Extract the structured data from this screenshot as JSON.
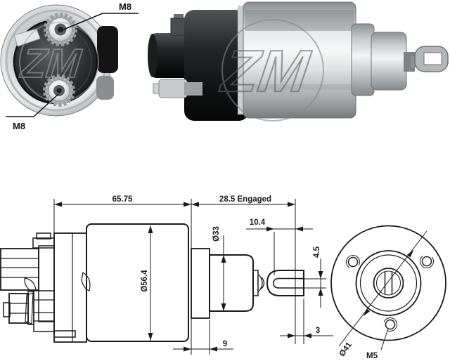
{
  "background": "#ffffff",
  "line_color": "#1a1a1a",
  "brand": {
    "watermark": "ZM"
  },
  "photos": {
    "rear_view": {
      "label_terminal_top": "M8",
      "label_terminal_bottom": "M8"
    },
    "side_view": {
      "watermark": "ZM"
    }
  },
  "drawing": {
    "side_view": {
      "dim_overall_length": "65.75",
      "dim_engaged_length": "28.5 Engaged",
      "dim_eye_slot_length": "10.4",
      "dim_nose_diameter": "Ø33",
      "dim_body_diameter": "Ø56.4",
      "dim_fork_slot_width": "4.5",
      "dim_flange_thickness": "9",
      "dim_eye_end_wall": "3"
    },
    "front_view": {
      "dim_bolt_circle_diameter": "Ø41",
      "label_mounting_hole_thread": "M5"
    }
  },
  "colors": {
    "metal_light": "#f2f3f4",
    "metal_mid": "#b9bdbf",
    "metal_dark": "#7e8284",
    "black_part": "#141414",
    "watermark_gray": "#8a8d8f"
  }
}
